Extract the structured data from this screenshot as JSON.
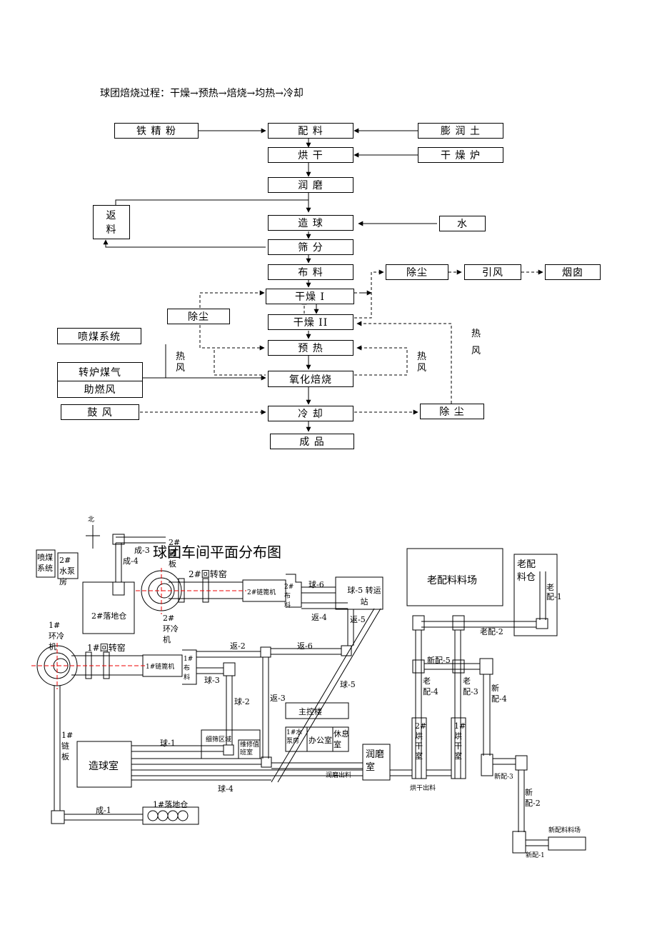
{
  "process": {
    "title": "球团焙烧过程：干燥→预热→焙烧→均热→冷却",
    "nodes": {
      "iron_powder": "铁 精 粉",
      "batching": "配   料",
      "bentonite": "膨 润 土",
      "drying": "烘   干",
      "dryer": "干 燥 炉",
      "grinding": "润   磨",
      "return": "返料",
      "pelletizing": "造   球",
      "water": "水",
      "screening": "筛   分",
      "distribution": "布   料",
      "dust_top": "除尘",
      "induced_fan": "引风",
      "chimney": "烟囱",
      "drying1": "干燥 I",
      "dust_left": "除尘",
      "drying2": "干燥 II",
      "coal_injection": "喷煤系统",
      "preheat": "预   热",
      "converter_gas": "转炉煤气",
      "combustion_air": "助燃风",
      "oxidation": "氧化焙烧",
      "blower": "鼓   风",
      "cooling": "冷   却",
      "dust_right": "除   尘",
      "product": "成   品",
      "hot_air_a": "热风",
      "hot_air_b": "热风",
      "hot_air_c": "热风"
    }
  },
  "layout": {
    "title": "球团车间平面分布图",
    "north": "北",
    "labels": {
      "coal_sys": "喷煤系统",
      "pump2": "2#水泵房",
      "cheng3": "成-3",
      "chain2": "2#链板",
      "cheng4": "成-4",
      "kiln2": "2#回转窑",
      "chain_grate2": "2#链篦机",
      "buliao2": "2#布料",
      "qiu6": "球-6",
      "transfer": "球-5 转运站",
      "pit2": "2#落地仓",
      "ring2": "2#环冷机",
      "fan4": "返-4",
      "fan5": "返-5",
      "old_yard": "老配料料场",
      "old_bin": "老配料仓",
      "laopei1": "老配-1",
      "laopei2": "老配-2",
      "ring1": "1#环冷机",
      "kiln1": "1#回转窑",
      "chain_grate1": "1#链篦机",
      "buliao1": "1#布料",
      "fan2": "返-2",
      "fan6": "返-6",
      "qiu3": "球-3",
      "qiu5": "球-5",
      "xinpei5": "新配-5",
      "laopei4": "老配-4",
      "laopei3": "老配-3",
      "xinpei4": "新配-4",
      "qiu2": "球-2",
      "fan3": "返-3",
      "control": "主控楼",
      "chain1": "1#链板",
      "fine_area": "细筛区域",
      "repair": "维修值班室",
      "pump1": "1#水泵房",
      "office": "办公室",
      "rest": "休息室",
      "grind_room": "润磨室",
      "dry2": "2#烘干室",
      "dry1": "1#烘干室",
      "qiu1": "球-1",
      "pellet_room": "造球室",
      "grind_out": "润磨出料",
      "dry_out": "烘干出料",
      "qiu4": "球-4",
      "xinpei3": "新配-3",
      "xinpei2": "新配-2",
      "cheng1": "成-1",
      "pit1": "1#落地仓",
      "new_yard": "新配料料场",
      "xinpei1": "新配-1"
    }
  }
}
